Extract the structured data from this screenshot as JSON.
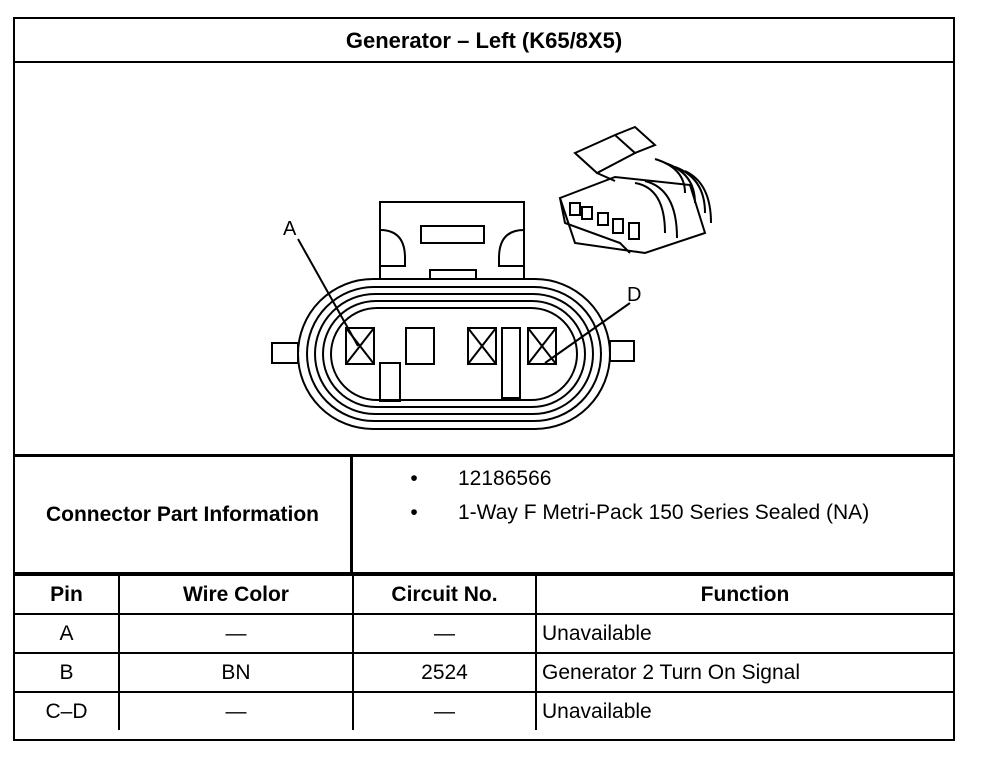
{
  "title": "Generator – Left (K65/8X5)",
  "diagram": {
    "label_a": "A",
    "label_d": "D"
  },
  "connector_info": {
    "label": "Connector Part Information",
    "bullet_char": "•",
    "items": [
      "12186566",
      "1-Way F Metri-Pack 150 Series Sealed (NA)"
    ]
  },
  "pin_table": {
    "headers": [
      "Pin",
      "Wire Color",
      "Circuit No.",
      "Function"
    ],
    "rows": [
      [
        "A",
        "—",
        "—",
        "Unavailable"
      ],
      [
        "B",
        "BN",
        "2524",
        "Generator 2 Turn On Signal"
      ],
      [
        "C–D",
        "—",
        "—",
        "Unavailable"
      ]
    ]
  }
}
